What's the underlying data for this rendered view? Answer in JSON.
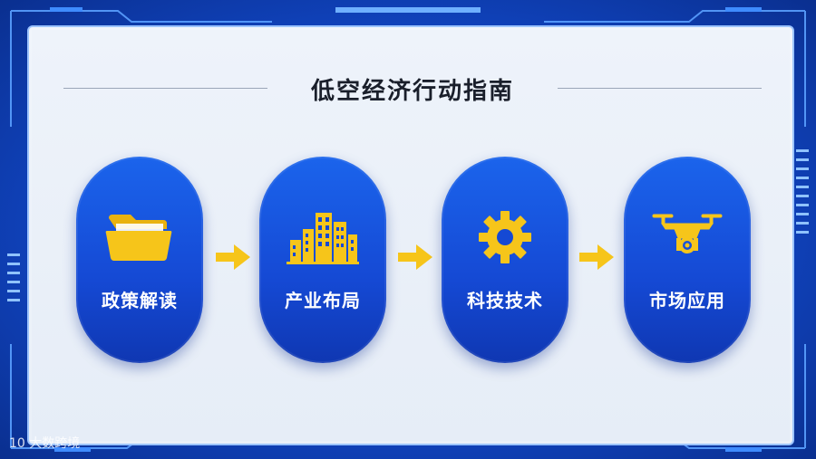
{
  "title": "低空经济行动指南",
  "steps": [
    {
      "label": "政策解读",
      "icon": "folder-icon"
    },
    {
      "label": "产业布局",
      "icon": "buildings-icon"
    },
    {
      "label": "科技技术",
      "icon": "gear-icon"
    },
    {
      "label": "市场应用",
      "icon": "drone-icon"
    }
  ],
  "watermark": {
    "logo": "10",
    "text": "大数跨境"
  },
  "colors": {
    "frame": "#1146c4",
    "panel": "#eef3fa",
    "pill": "#1a5fe8",
    "icon_yellow": "#f6c51a",
    "title_text": "#1a1f2b"
  }
}
